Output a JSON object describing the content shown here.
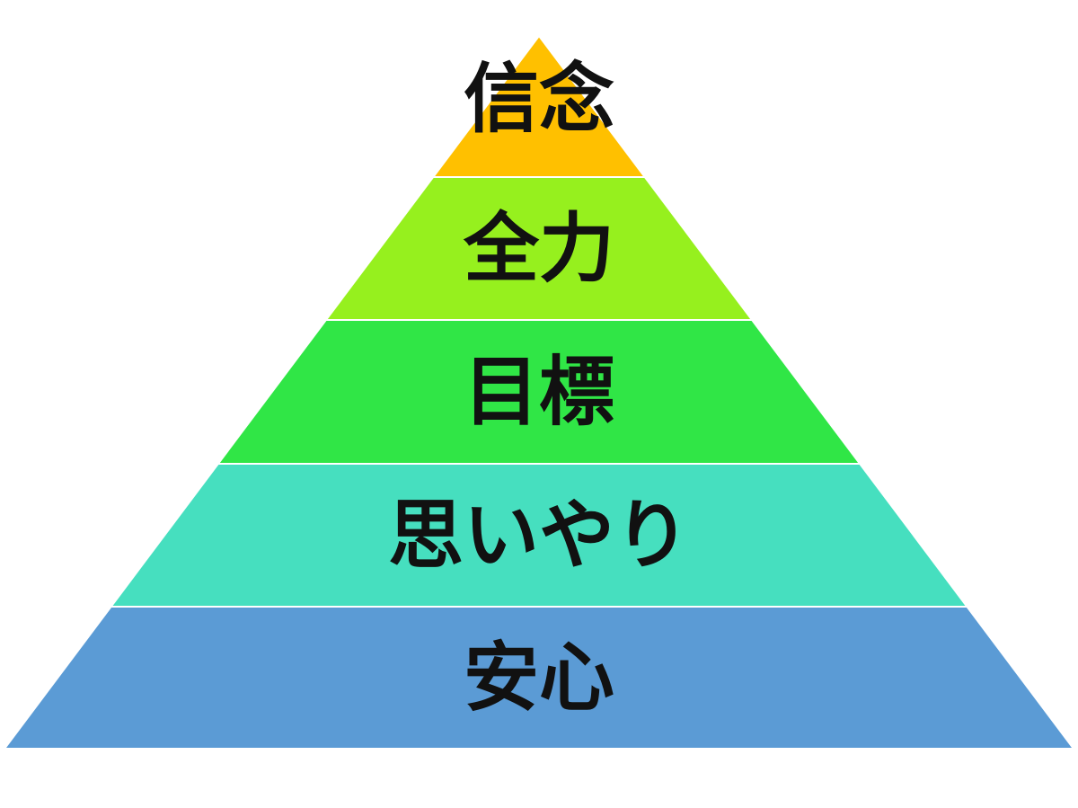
{
  "diagram": {
    "type": "pyramid",
    "tiers_top_to_bottom": [
      {
        "label": "信念",
        "color": "#FFC000"
      },
      {
        "label": "全力",
        "color": "#96F01E"
      },
      {
        "label": "目標",
        "color": "#30E646"
      },
      {
        "label": "思いやり",
        "color": "#46DFBF"
      },
      {
        "label": "安心",
        "color": "#5B9BD5"
      }
    ],
    "separator_color": "#ffffff",
    "background_color": "#ffffff"
  }
}
